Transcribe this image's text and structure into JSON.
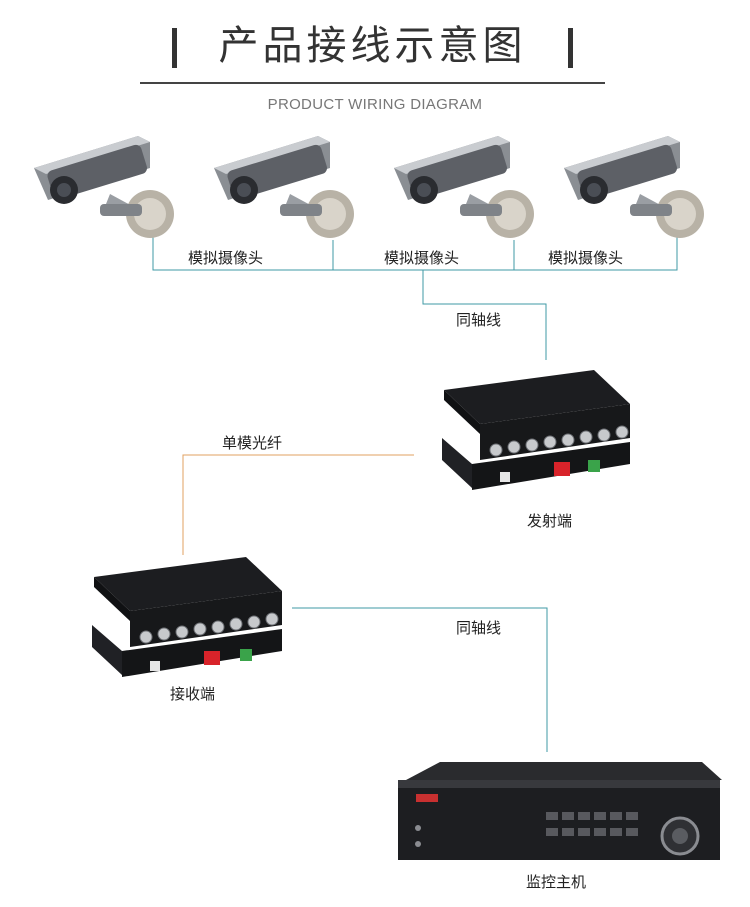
{
  "header": {
    "title": "产品接线示意图",
    "subtitle": "PRODUCT WIRING DIAGRAM"
  },
  "cameras": {
    "count": 4,
    "labels": [
      "模拟摄像头",
      "模拟摄像头",
      "模拟摄像头"
    ]
  },
  "links": {
    "coax_top": "同轴线",
    "fiber": "单模光纤",
    "coax_bottom": "同轴线"
  },
  "devices": {
    "transmitter": "发射端",
    "receiver": "接收端",
    "host": "监控主机"
  },
  "colors": {
    "coax_line": "#3f9aa6",
    "fiber_line": "#e0a060",
    "title_text": "#333333"
  }
}
